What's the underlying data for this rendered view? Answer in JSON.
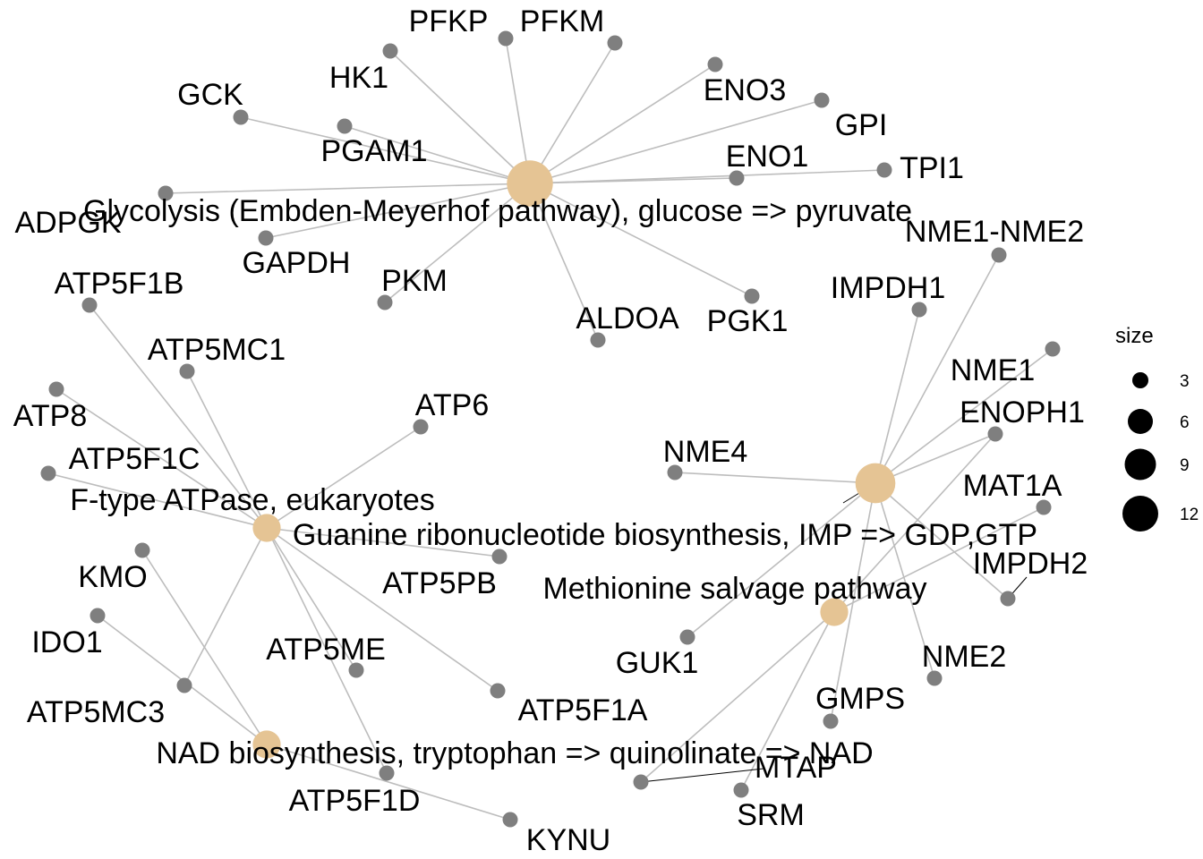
{
  "pathways": [
    {
      "id": "glycolysis",
      "label": "Glycolysis (Embden-Meyerhof pathway), glucose => pyruvate",
      "size": 14
    },
    {
      "id": "atpase",
      "label": "F-type ATPase, eukaryotes",
      "size": 4
    },
    {
      "id": "guanine",
      "label": "Guanine ribonucleotide biosynthesis, IMP => GDP,GTP",
      "size": 10
    },
    {
      "id": "methionine",
      "label": "Methionine salvage pathway",
      "size": 4
    },
    {
      "id": "nad",
      "label": "NAD biosynthesis, tryptophan => quinolinate => NAD",
      "size": 4
    }
  ],
  "genes": [
    "PFKP",
    "PFKM",
    "HK1",
    "ENO3",
    "GCK",
    "GPI",
    "PGAM1",
    "ENO1",
    "TPI1",
    "ADPGK",
    "GAPDH",
    "PKM",
    "ALDOA",
    "PGK1",
    "NME1-NME2",
    "IMPDH1",
    "ATP5F1B",
    "ATP5MC1",
    "NME1",
    "ATP8",
    "ENOPH1",
    "ATP6",
    "NME4",
    "ATP5F1C",
    "MAT1A",
    "KMO",
    "ATP5PB",
    "IMPDH2",
    "IDO1",
    "ATP5ME",
    "GUK1",
    "NME2",
    "ATP5MC3",
    "ATP5F1A",
    "GMPS",
    "MTAP",
    "ATP5F1D",
    "SRM",
    "KYNU"
  ],
  "legend": {
    "title": "size",
    "entries": [
      {
        "label": "3",
        "value": 3
      },
      {
        "label": "6",
        "value": 6
      },
      {
        "label": "9",
        "value": 9
      },
      {
        "label": "12",
        "value": 12
      }
    ]
  }
}
